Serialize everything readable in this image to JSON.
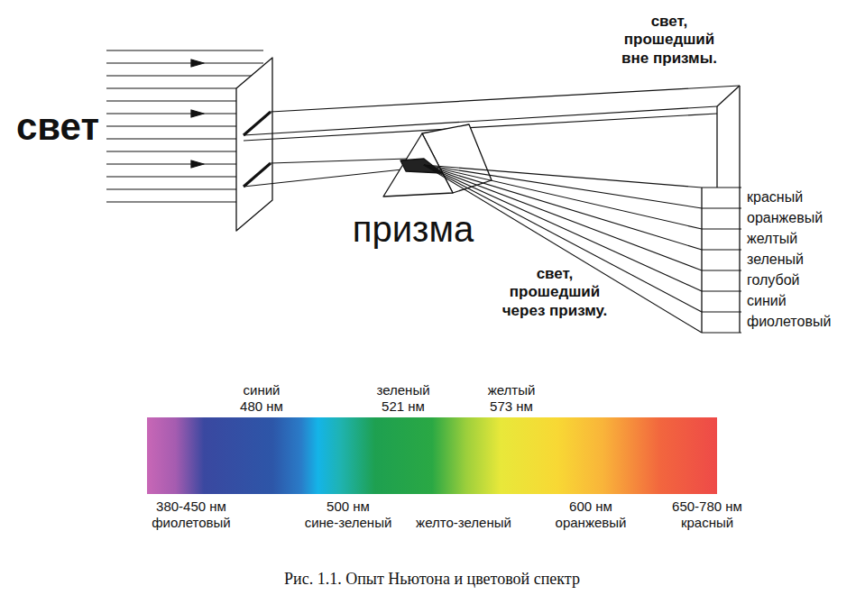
{
  "diagram": {
    "caption": "Рис. 1.1. Опыт Ньютона и цветовой спектр",
    "labels": [
      "свет, прошедший вне призмы.",
      "свет",
      "красный",
      "оранжевый",
      "желтый",
      "зеленый",
      "голубой",
      "синий",
      "фиолетовый",
      "призма",
      "свет, прошедший через призму.",
      "синий",
      "480 нм",
      "зеленый",
      "521 нм",
      "желтый",
      "573 нм",
      "380-450 нм",
      "фиолетовый",
      "500 нм",
      "сине-зеленый",
      "желто-зеленый",
      "600 нм",
      "оранжевый",
      "650-780 нм",
      "красный"
    ]
  }
}
